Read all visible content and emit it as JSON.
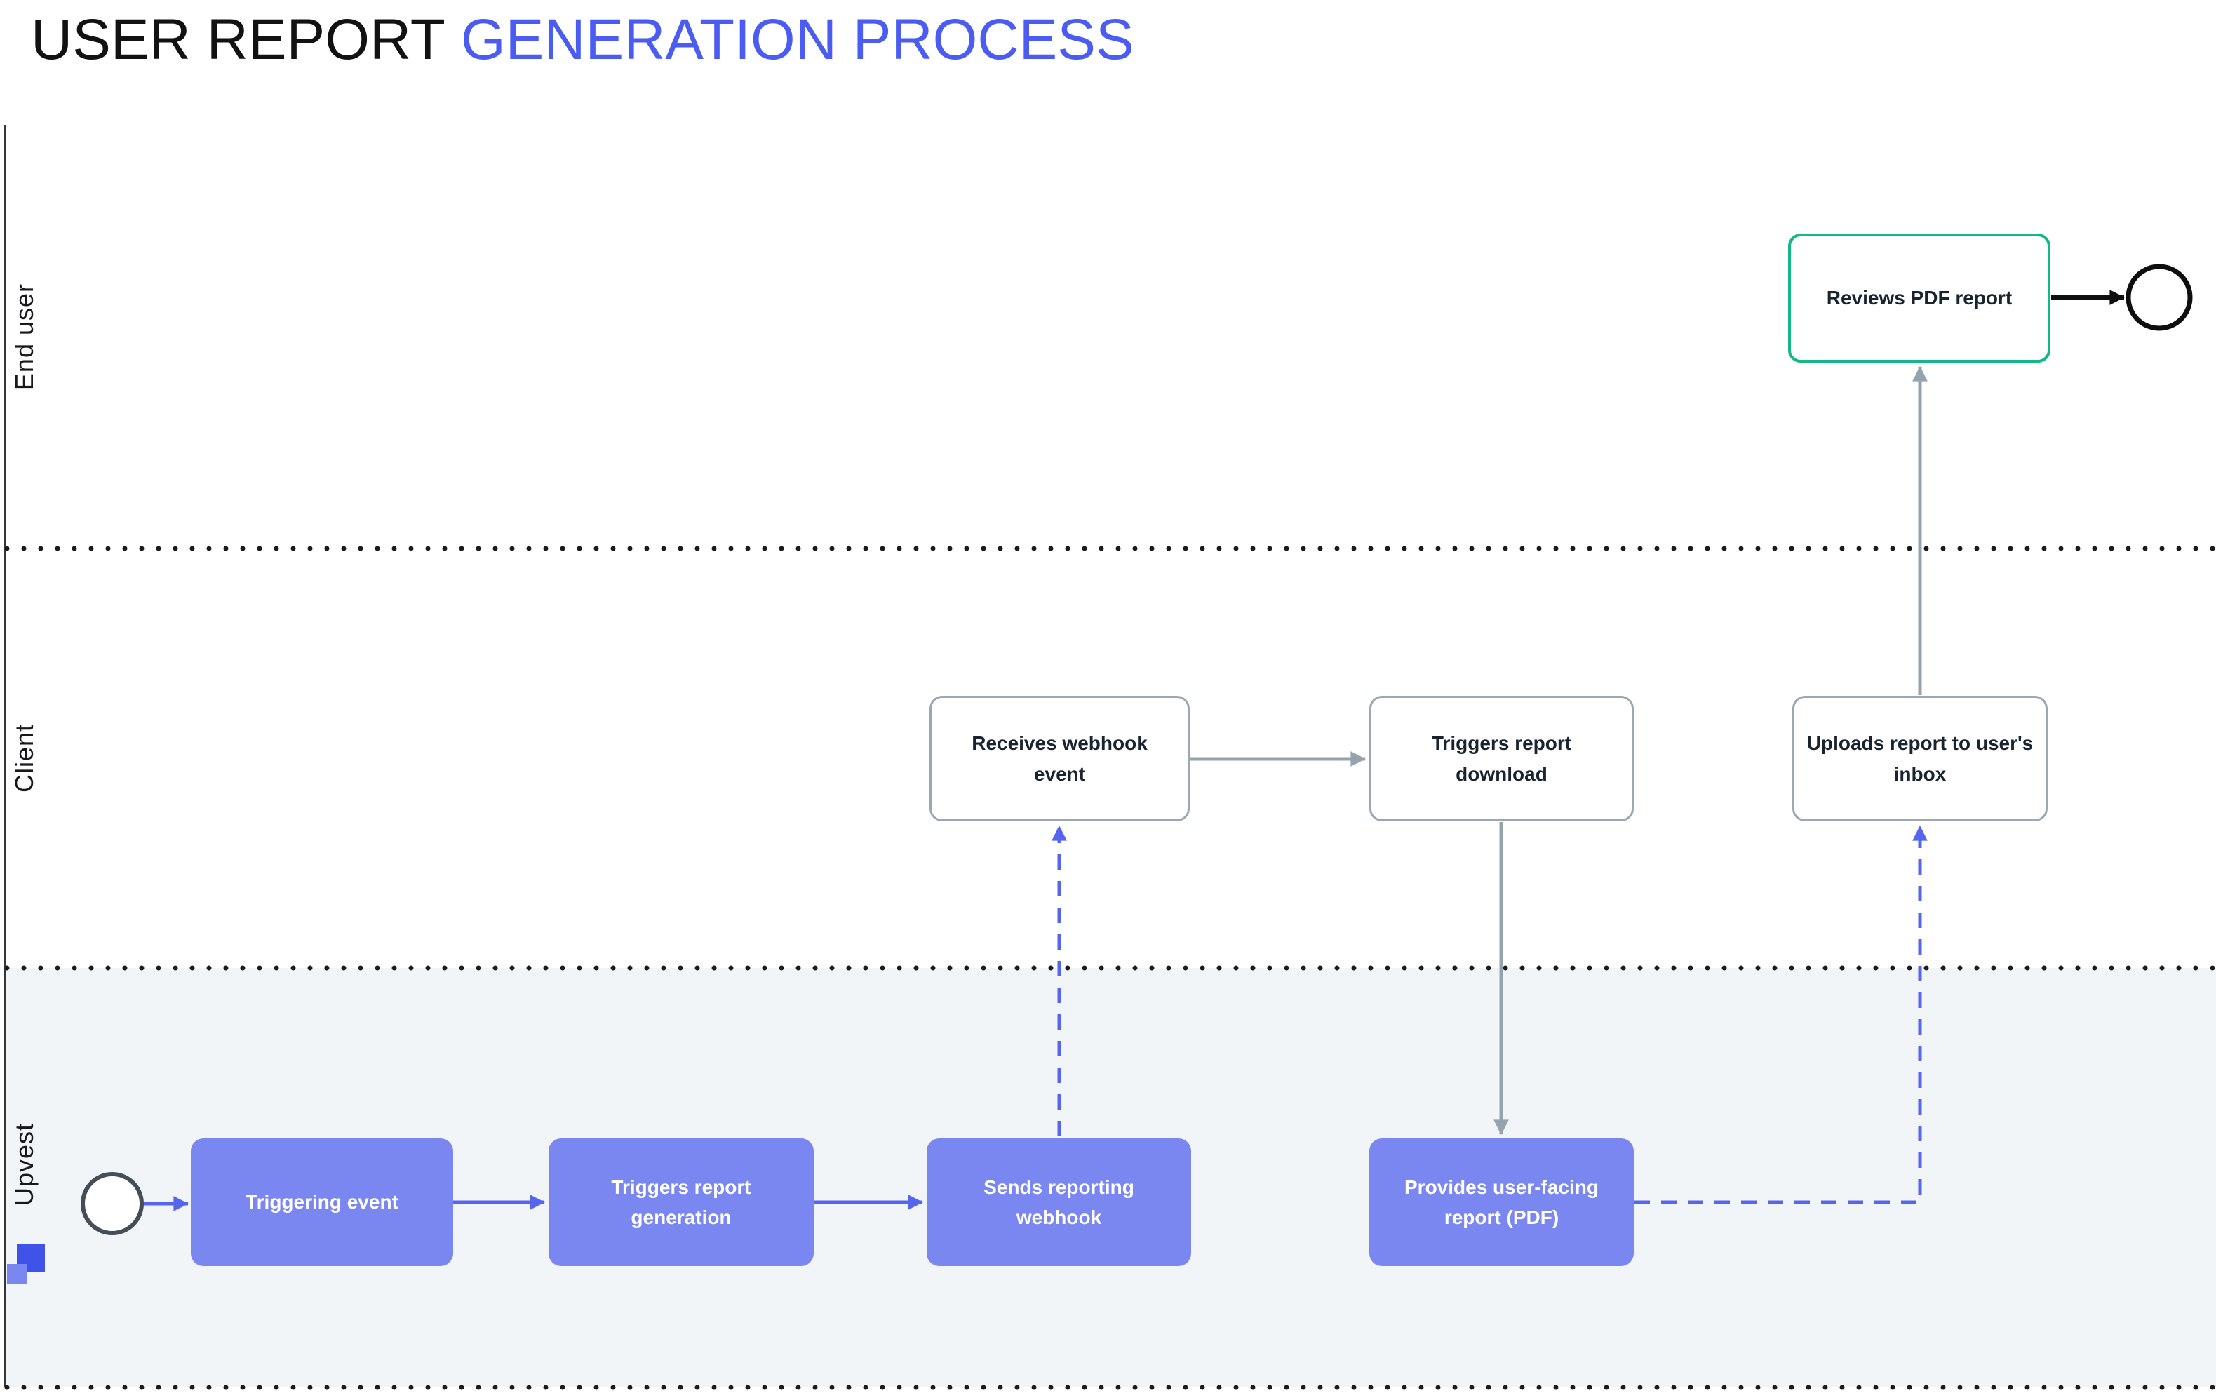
{
  "title": {
    "part1": "USER REPORT",
    "part2": "GENERATION PROCESS"
  },
  "lanes": {
    "end_user": "End user",
    "client": "Client",
    "upvest": "Upvest"
  },
  "nodes": {
    "reviews_pdf": {
      "lines": [
        "Reviews PDF report"
      ]
    },
    "receives_webhook": {
      "lines": [
        "Receives webhook",
        "event"
      ]
    },
    "triggers_download": {
      "lines": [
        "Triggers report",
        "download"
      ]
    },
    "uploads_inbox": {
      "lines": [
        "Uploads report to user's",
        "inbox"
      ]
    },
    "triggering_event": {
      "lines": [
        "Triggering event"
      ]
    },
    "triggers_generation": {
      "lines": [
        "Triggers report",
        "generation"
      ]
    },
    "sends_webhook": {
      "lines": [
        "Sends reporting",
        "webhook"
      ]
    },
    "provides_report": {
      "lines": [
        "Provides user-facing",
        "report (PDF)"
      ]
    }
  },
  "colors": {
    "title_accent": "#4a5cf2",
    "task_fill": "#7b87f0",
    "flow_blue": "#5565ee",
    "flow_gray": "#95a4ac",
    "box_border_gray": "#9aa8b2",
    "highlight_teal": "#12b886",
    "lane_upvest_bg": "#f2f5f8"
  }
}
